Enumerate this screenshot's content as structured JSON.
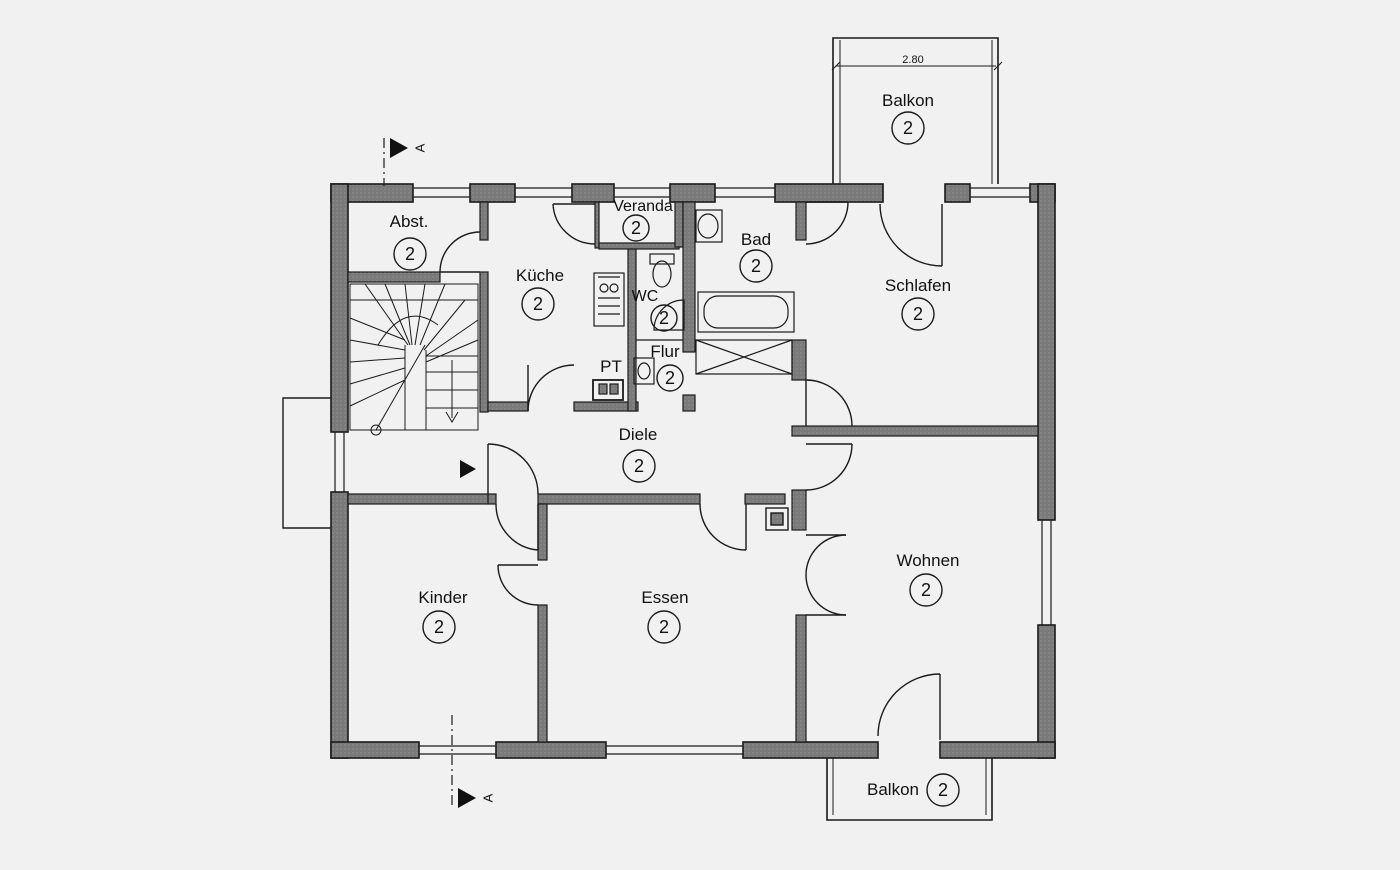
{
  "colors": {
    "background": "#f1f1f1",
    "wall_fill": "#7d7d7d",
    "line": "#1a1a1a"
  },
  "dimension": "2.80",
  "section_marker": "A",
  "floor_number": "2",
  "rooms": {
    "balkon_top": "Balkon",
    "abst": "Abst.",
    "kueche": "Küche",
    "veranda": "Veranda",
    "bad": "Bad",
    "wc": "WC",
    "flur": "Flur",
    "pt": "PT",
    "schlafen": "Schlafen",
    "diele": "Diele",
    "wohnen": "Wohnen",
    "kinder": "Kinder",
    "essen": "Essen",
    "balkon_bottom": "Balkon"
  }
}
